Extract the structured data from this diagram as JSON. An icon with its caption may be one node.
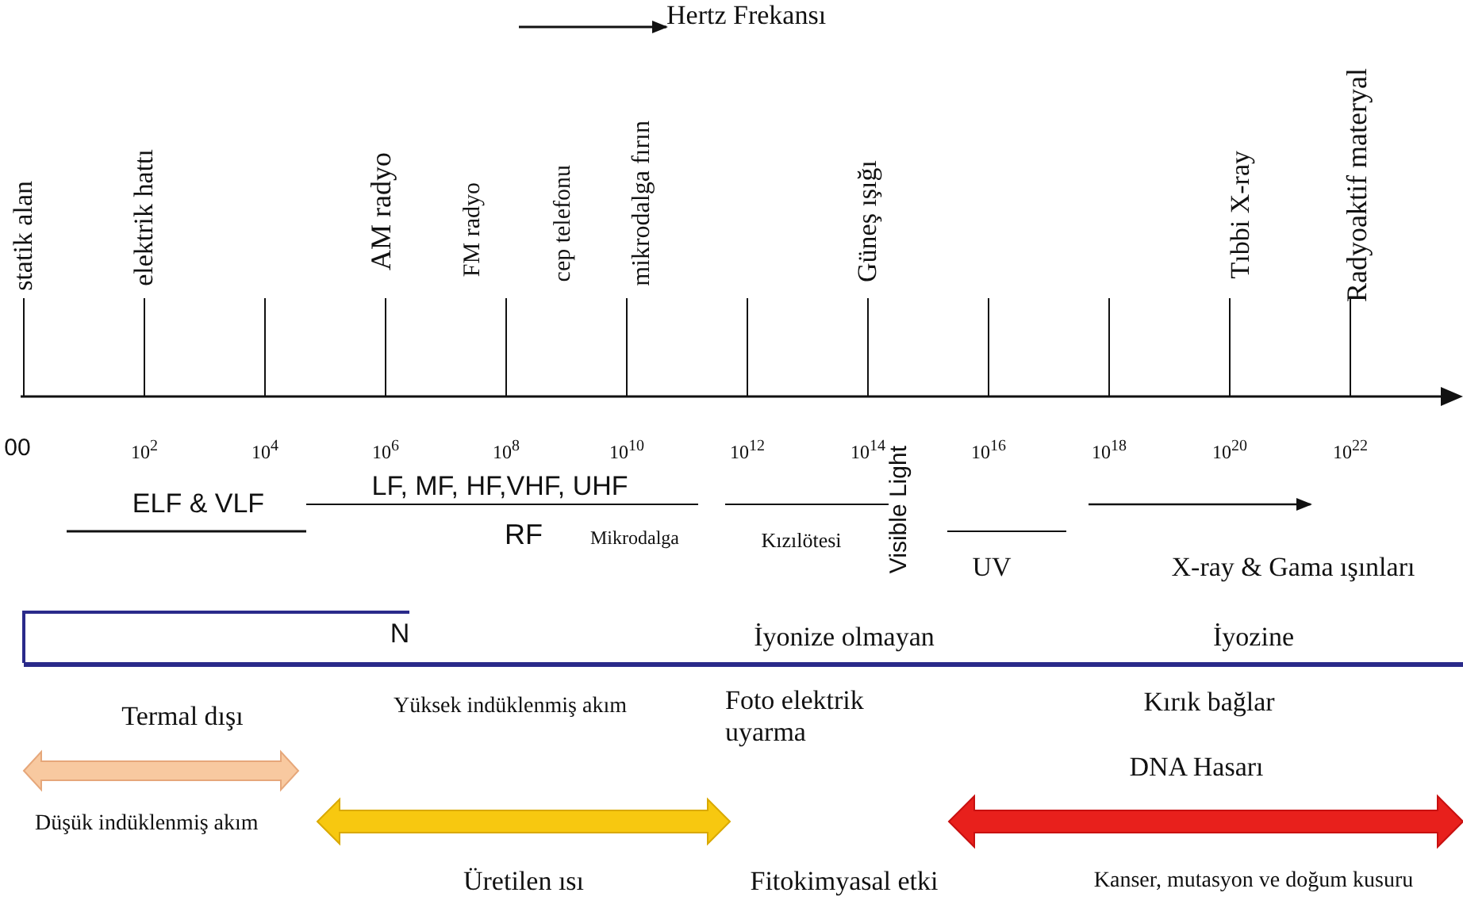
{
  "diagram": {
    "labels": [
      "Hertz Frekansı",
      "statik alan",
      "elektrik hattı",
      "AM radyo",
      "FM radyo",
      "cep telefonu",
      "mikrodalga fırın",
      "Güneş ışığı",
      "Tıbbi X-ray",
      "Radyoaktif materyal",
      "00",
      "10$^{2}$",
      "10$^{4}$",
      "10$^{6}$",
      "10$^{8}$",
      "10$^{10}$",
      "10$^{12}$",
      "10$^{14}$",
      "10$^{16}$",
      "10$^{18}$",
      "10$^{20}$",
      "10$^{22}$",
      "ELF & VLF",
      "LF, MF, HF,VHF, UHF",
      "Visible Light",
      "RF",
      "Mikrodalga",
      "Kızılötesi",
      "UV",
      "X-ray & Gama ışınları",
      "N",
      "İyonize olmayan",
      "İyozine",
      "Termal dışı",
      "Yüksek indüklenmiş akım",
      "Foto elektrik uyarma",
      "Kırık bağlar",
      "DNA Hasarı",
      "Düşük indüklenmiş akım",
      "Üretilen ısı",
      "Fitokimyasal etki",
      "Kanser, mutasyon ve doğum kusuru"
    ]
  }
}
